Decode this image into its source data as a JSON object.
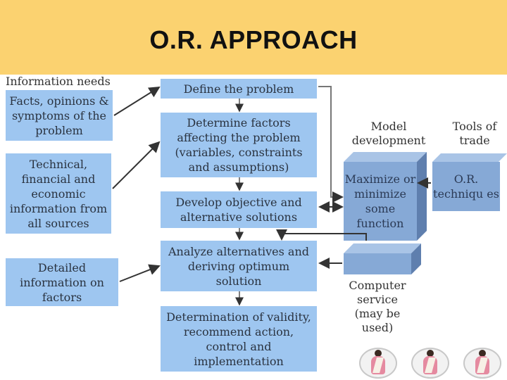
{
  "title": "O.R. APPROACH",
  "info_needs_label": "Information needs",
  "left_boxes": [
    "Facts, opinions & symptoms of the problem",
    "Technical, financial and economic information from all sources",
    "Detailed information on factors"
  ],
  "center_steps": [
    "Define the problem",
    "Determine factors affecting the problem (variables, constraints and assumptions)",
    "Develop objective and alternative solutions",
    "Analyze alternatives and deriving optimum solution",
    "Determination of validity, recommend action, control and implementation"
  ],
  "model_development_label": "Model development",
  "tools_of_trade_label": "Tools of trade",
  "maximize_box": "Maximize or minimize some function",
  "or_techniques_box": "O.R. techniqu es",
  "computer_service_label": "Computer service (may be used)",
  "colors": {
    "header": "#fbd270",
    "box": "#9ec6f0",
    "cube": "#86a9d6"
  },
  "footer_figures": 3
}
